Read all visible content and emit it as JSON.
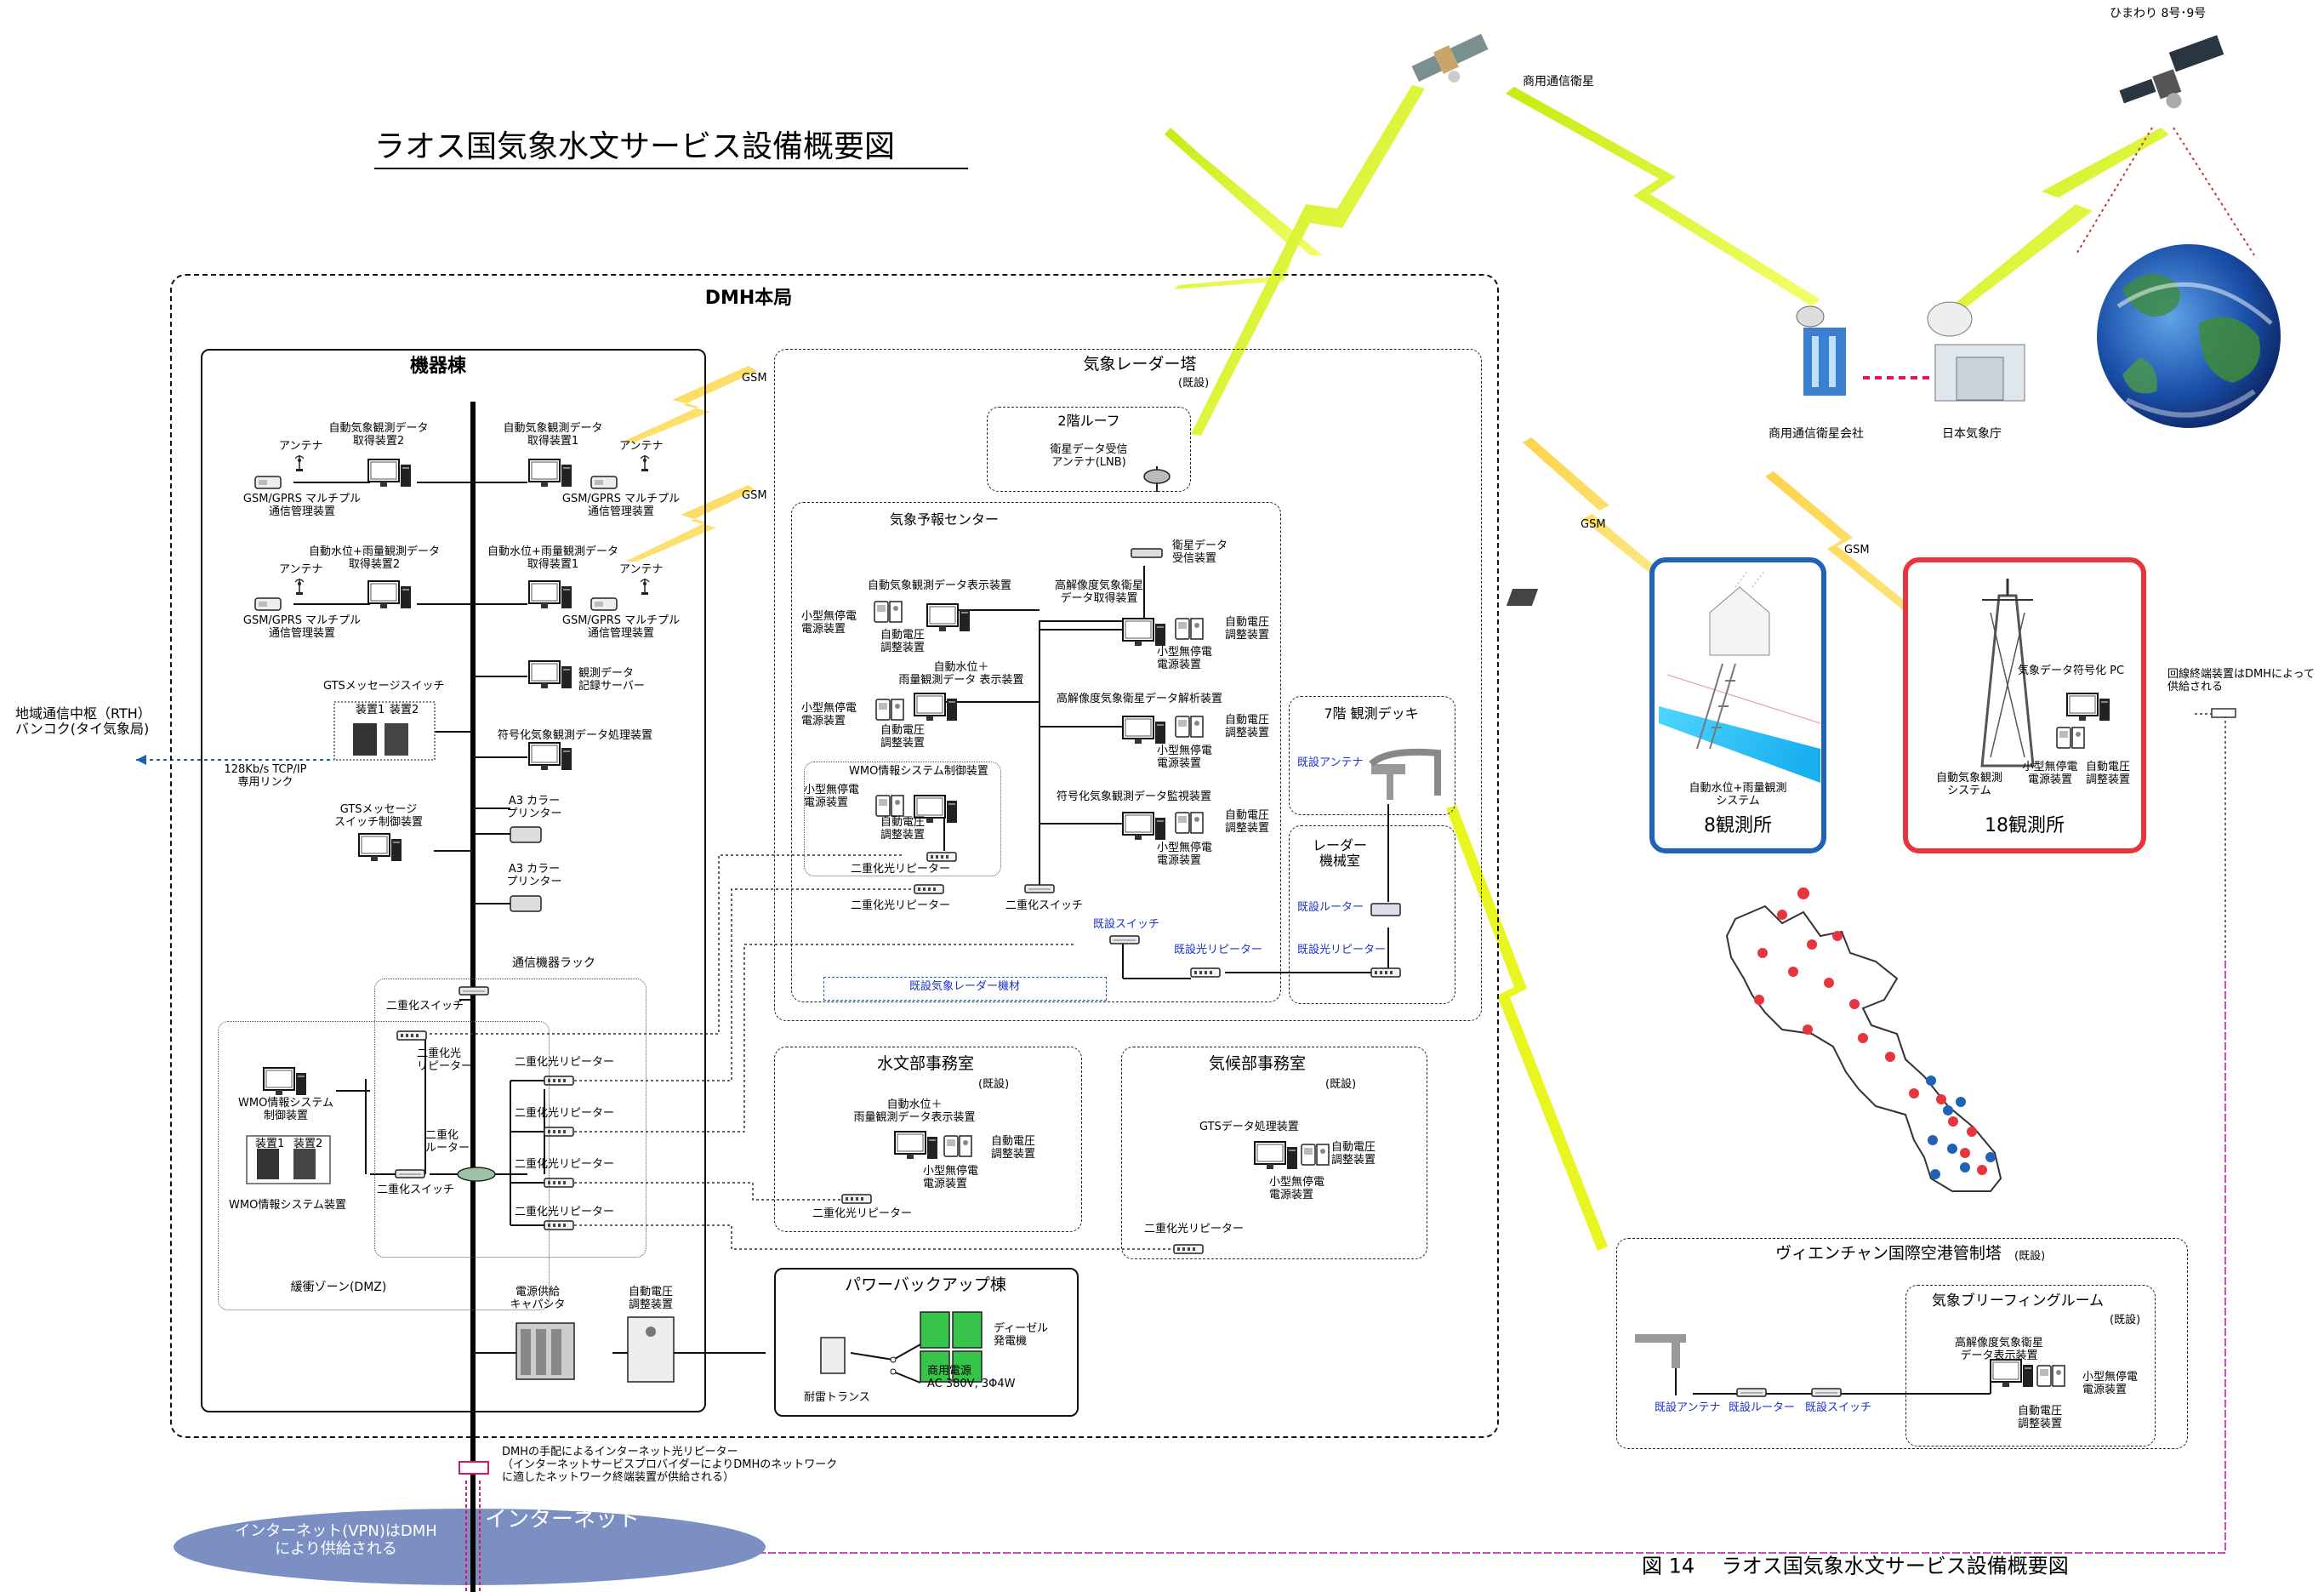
{
  "title": "ラオス国気象水文サービス設備概要図",
  "caption": "図 14　 ラオス国気象水文サービス設備概要図",
  "dmh": {
    "label": "DMH本局",
    "kiki": {
      "label": "機器棟",
      "ant1": "アンテナ",
      "ant2": "アンテナ",
      "ant3": "アンテナ",
      "ant4": "アンテナ",
      "aws2": "自動気象観測データ\n取得装置2",
      "aws1": "自動気象観測データ\n取得装置1",
      "gsm1": "GSM/GPRS マルチプル\n通信管理装置",
      "gsm2": "GSM/GPRS マルチプル\n通信管理装置",
      "gsm3": "GSM/GPRS マルチプル\n通信管理装置",
      "gsm4": "GSM/GPRS マルチプル\n通信管理装置",
      "wl2": "自動水位+雨量観測データ\n取得装置2",
      "wl1": "自動水位+雨量観測データ\n取得装置1",
      "gts_switch": "GTSメッセージスイッチ",
      "dev1": "装置1",
      "dev2": "装置2",
      "obs_server": "観測データ\n記録サーバー",
      "sign_proc": "符号化気象観測データ処理装置",
      "gts_ctrl": "GTSメッセージ\nスイッチ制御装置",
      "printer1": "A3 カラー\nプリンター",
      "printer2": "A3 カラー\nプリンター",
      "rth": "地域通信中枢（RTH）\nバンコク(タイ気象局)",
      "link": "128Kb/s TCP/IP\n専用リンク",
      "rack": "通信機器ラック",
      "dual_switch1": "二重化スイッチ",
      "dual_repeater_lbl": "二重化光\nリピーター",
      "dual_router": "二重化\nルーター",
      "dual_switch2": "二重化スイッチ",
      "rep1": "二重化光リピーター",
      "rep2": "二重化光リピーター",
      "rep3": "二重化光リピーター",
      "rep4": "二重化光リピーター",
      "wmo_ctrl": "WMO情報システム\n制御装置",
      "wmo_dev1": "装置1",
      "wmo_dev2": "装置2",
      "wmo_sys": "WMO情報システム装置",
      "dmz": "緩衝ゾーン(DMZ)",
      "power_cap": "電源供給\nキャパシタ",
      "avr": "自動電圧\n調整装置"
    },
    "gsm_tag1": "GSM",
    "gsm_tag2": "GSM",
    "radar_tower": {
      "label": "気象レーダー塔",
      "existing": "(既設)",
      "roof": "2階ルーフ",
      "lnb": "衛星データ受信\nアンテナ(LNB)",
      "center": "気象予報センター",
      "sat_rx": "衛星データ\n受信装置",
      "aws_disp": "自動気象観測データ表示装置",
      "ups1": "小型無停電\n電源装置",
      "avr1": "自動電圧\n調整装置",
      "hr_sat_get": "高解像度気象衛星\nデータ取得装置",
      "avr2": "自動電圧\n調整装置",
      "ups2": "小型無停電\n電源装置",
      "wl_disp": "自動水位＋\n雨量観測データ 表示装置",
      "ups3": "小型無停電\n電源装置",
      "avr3": "自動電圧\n調整装置",
      "hr_sat_ana": "高解像度気象衛星データ解析装置",
      "avr4": "自動電圧\n調整装置",
      "ups4": "小型無停電\n電源装置",
      "wmo_sys_ctrl": "WMO情報システム制御装置",
      "ups5": "小型無停電\n電源装置",
      "avr5": "自動電圧\n調整装置",
      "dual_rep_a": "二重化光リピーター",
      "sign_monitor": "符号化気象観測データ監視装置",
      "avr6": "自動電圧\n調整装置",
      "ups6": "小型無停電\n電源装置",
      "dual_rep_b": "二重化光リピーター",
      "dual_sw_b": "二重化スイッチ",
      "exist_switch": "既設スイッチ",
      "exist_rep": "既設光リピーター",
      "exist_radar": "既設気象レーダー機材",
      "deck": "7階  観測デッキ",
      "exist_antenna": "既設アンテナ",
      "machine_room": "レーダー\n機械室",
      "exist_router": "既設ルーター",
      "exist_rep2": "既設光リピーター"
    },
    "hydro": {
      "label": "水文部事務室",
      "existing": "(既設)",
      "disp": "自動水位＋\n雨量観測データ表示装置",
      "avr": "自動電圧\n調整装置",
      "ups": "小型無停電\n電源装置",
      "rep": "二重化光リピーター"
    },
    "climate": {
      "label": "気候部事務室",
      "existing": "(既設)",
      "gts": "GTSデータ処理装置",
      "avr": "自動電圧\n調整装置",
      "ups": "小型無停電\n電源装置",
      "rep": "二重化光リピーター"
    },
    "power": {
      "label": "パワーバックアップ棟",
      "diesel": "ディーゼル\n発電機",
      "commercial": "商用電源\nAC 380V, 3Φ4W",
      "trans": "耐雷トランス"
    }
  },
  "internet": {
    "repeater_note": "DMHの手配によるインターネット光リピーター\n（インターネットサービスプロバイダーによりDMHのネットワーク\nに適したネットワーク終端装置が供給される）",
    "cloud_text": "インターネット(VPN)はDMH\nにより供給される",
    "label": "インターネット"
  },
  "right": {
    "sat_comm": "商用通信衛星",
    "himawari": "ひまわり 8号･9号",
    "comm_company": "商用通信衛星会社",
    "jma": "日本気象庁",
    "gsm_a": "GSM",
    "gsm_b": "GSM",
    "st8_sys": "自動水位+雨量観測\nシステム",
    "st8": "8観測所",
    "st18_pc": "気象データ符号化 PC",
    "st18_sys": "自動気象観測\nシステム",
    "st18_ups": "小型無停電\n電源装置",
    "st18_avr": "自動電圧\n調整装置",
    "st18": "18観測所",
    "line_note": "回線終端装置はDMHによって\n供給される",
    "airport": "ヴィエンチャン国際空港管制塔",
    "airport_existing": "(既設)",
    "briefing": "気象ブリーフィングルーム",
    "briefing_existing": "(既設)",
    "hr_disp": "高解像度気象衛星\nデータ表示装置",
    "ups": "小型無停電\n電源装置",
    "avr": "自動電圧\n調整装置",
    "ex_ant": "既設アンテナ",
    "ex_router": "既設ルーター",
    "ex_switch": "既設スイッチ"
  },
  "colors": {
    "station8": "#1f63b8",
    "station18": "#e8343c",
    "lightning": "#d8f028",
    "internet": "#7b8fc3",
    "ppp": "#e53fd1"
  }
}
